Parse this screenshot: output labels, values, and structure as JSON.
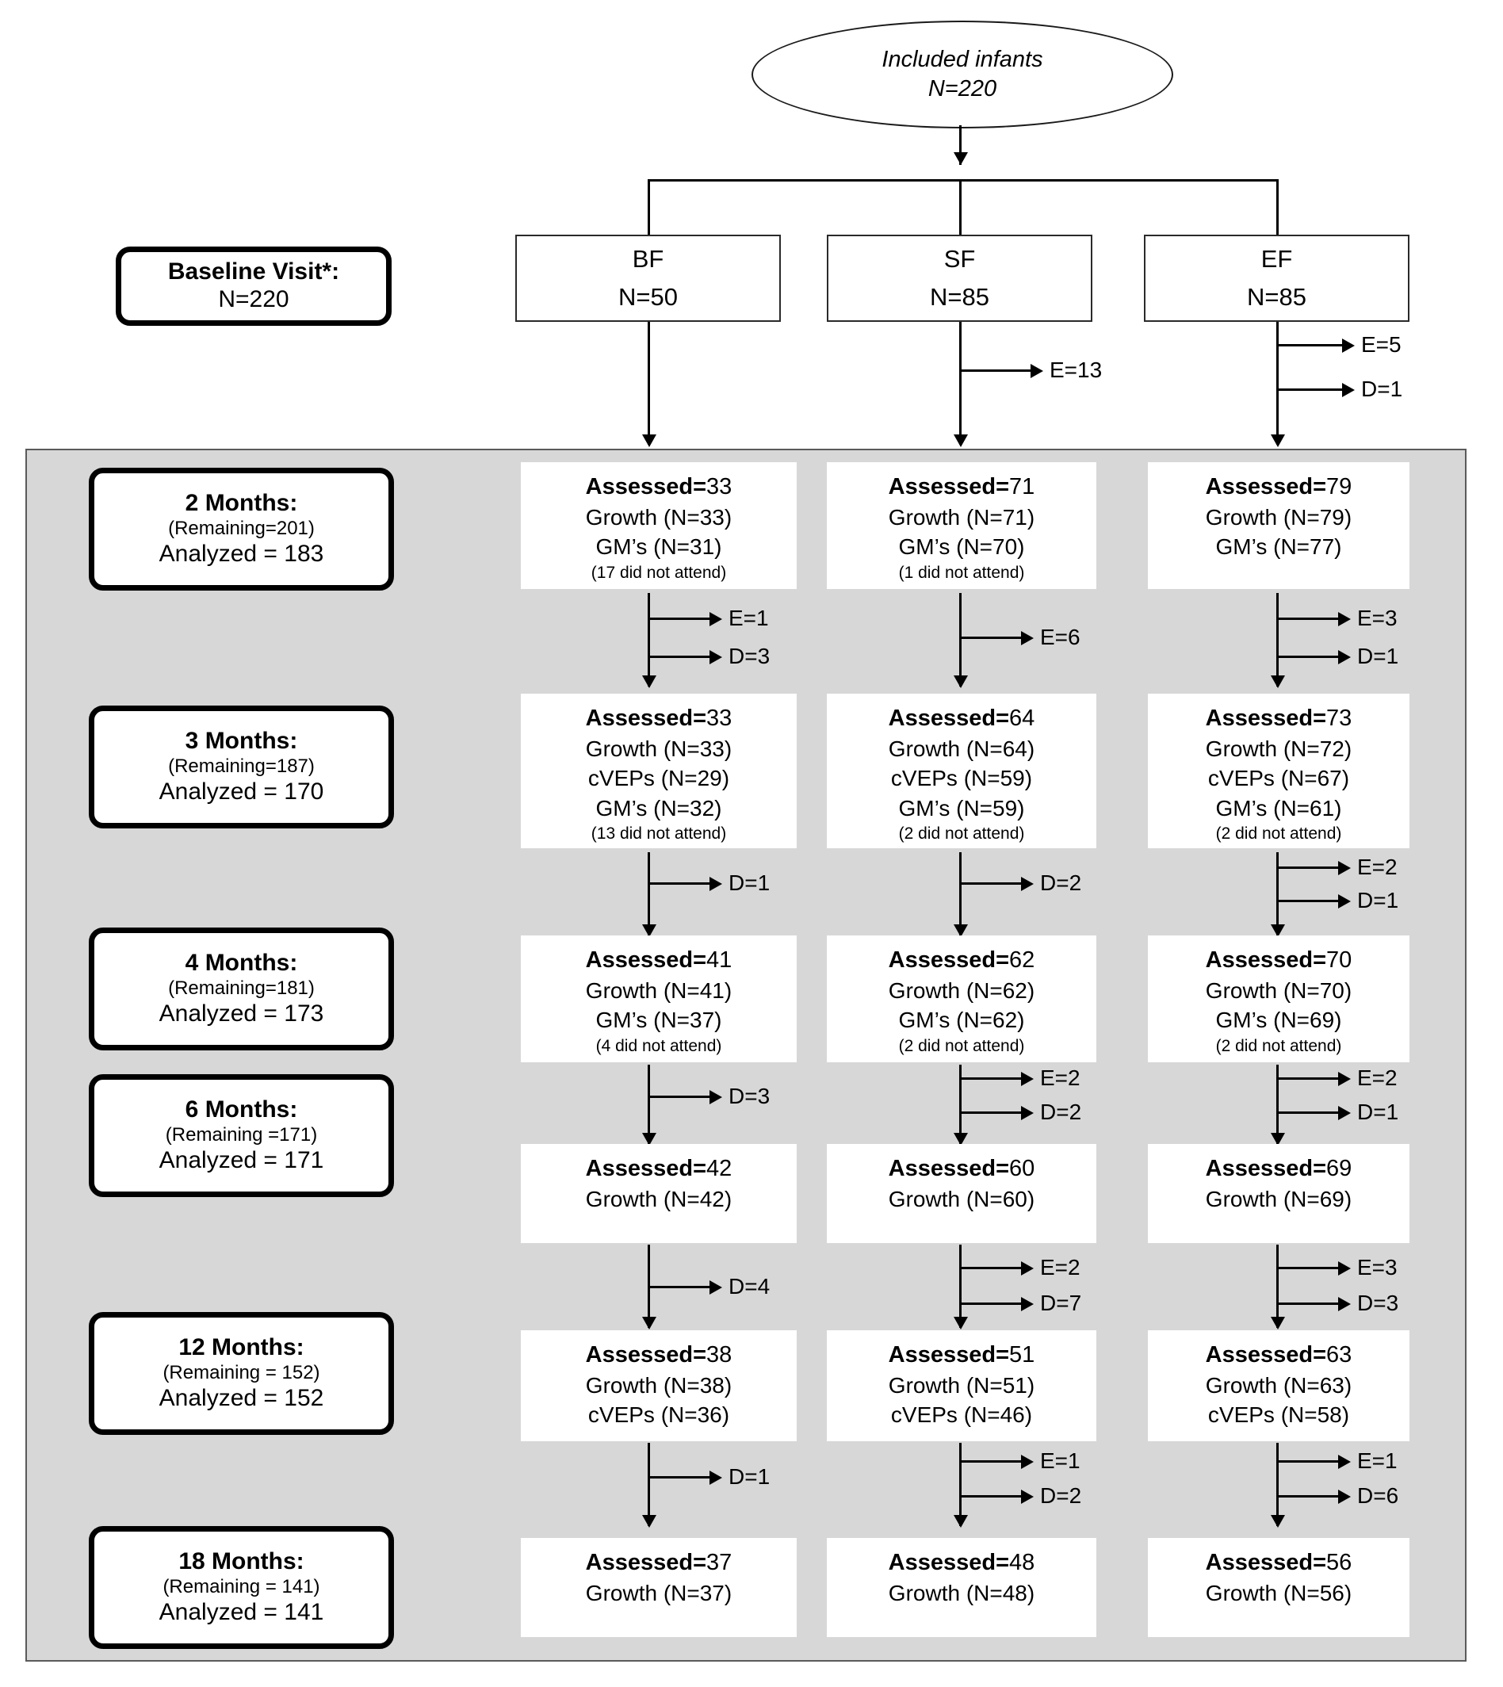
{
  "colors": {
    "panel_background": "#d7d7d7",
    "card_background": "#ffffff",
    "line": "#000000",
    "page_background": "#ffffff"
  },
  "root": {
    "label": "Included infants",
    "n": "N=220"
  },
  "baseline": {
    "title": "Baseline Visit*:",
    "n": "N=220"
  },
  "groups": [
    {
      "name": "BF",
      "n": "N=50"
    },
    {
      "name": "SF",
      "n": "N=85"
    },
    {
      "name": "EF",
      "n": "N=85"
    }
  ],
  "baseline_dropouts": [
    {
      "group": "BF",
      "labels": []
    },
    {
      "group": "SF",
      "labels": [
        "E=13"
      ]
    },
    {
      "group": "EF",
      "labels": [
        "E=5",
        "D=1"
      ]
    }
  ],
  "stages": [
    {
      "title": "2 Months:",
      "remaining": "(Remaining=201)",
      "analyzed": "Analyzed = 183",
      "columns": [
        {
          "group": "BF",
          "assessed_label": "Assessed=",
          "assessed_value": "33",
          "lines": [
            "Growth (N=33)",
            "GM’s (N=31)"
          ],
          "note": "(17 did not attend)"
        },
        {
          "group": "SF",
          "assessed_label": "Assessed=",
          "assessed_value": "71",
          "lines": [
            "Growth (N=71)",
            "GM’s (N=70)"
          ],
          "note": "(1 did not attend)"
        },
        {
          "group": "EF",
          "assessed_label": "Assessed=",
          "assessed_value": "79",
          "lines": [
            "Growth (N=79)",
            "GM’s (N=77)"
          ],
          "note": ""
        }
      ],
      "dropouts": [
        {
          "group": "BF",
          "labels": [
            "E=1",
            "D=3"
          ]
        },
        {
          "group": "SF",
          "labels": [
            "E=6"
          ]
        },
        {
          "group": "EF",
          "labels": [
            "E=3",
            "D=1"
          ]
        }
      ]
    },
    {
      "title": "3 Months:",
      "remaining": "(Remaining=187)",
      "analyzed": "Analyzed = 170",
      "columns": [
        {
          "group": "BF",
          "assessed_label": "Assessed=",
          "assessed_value": "33",
          "lines": [
            "Growth (N=33)",
            "cVEPs (N=29)",
            "GM’s (N=32)"
          ],
          "note": "(13 did not attend)"
        },
        {
          "group": "SF",
          "assessed_label": "Assessed=",
          "assessed_value": "64",
          "lines": [
            "Growth (N=64)",
            "cVEPs (N=59)",
            "GM’s (N=59)"
          ],
          "note": "(2 did not attend)"
        },
        {
          "group": "EF",
          "assessed_label": "Assessed=",
          "assessed_value": "73",
          "lines": [
            "Growth (N=72)",
            "cVEPs (N=67)",
            "GM’s (N=61)"
          ],
          "note": "(2 did not attend)"
        }
      ],
      "dropouts": [
        {
          "group": "BF",
          "labels": [
            "D=1"
          ]
        },
        {
          "group": "SF",
          "labels": [
            "D=2"
          ]
        },
        {
          "group": "EF",
          "labels": [
            "E=2",
            "D=1"
          ]
        }
      ]
    },
    {
      "title": "4 Months:",
      "remaining": "(Remaining=181)",
      "analyzed": "Analyzed = 173",
      "columns": [
        {
          "group": "BF",
          "assessed_label": "Assessed=",
          "assessed_value": "41",
          "lines": [
            "Growth (N=41)",
            "GM’s (N=37)"
          ],
          "note": "(4 did not attend)"
        },
        {
          "group": "SF",
          "assessed_label": "Assessed=",
          "assessed_value": "62",
          "lines": [
            "Growth (N=62)",
            "GM’s (N=62)"
          ],
          "note": "(2 did not attend)"
        },
        {
          "group": "EF",
          "assessed_label": "Assessed=",
          "assessed_value": "70",
          "lines": [
            "Growth (N=70)",
            "GM’s (N=69)"
          ],
          "note": "(2 did not attend)"
        }
      ],
      "dropouts": [
        {
          "group": "BF",
          "labels": [
            "D=3"
          ]
        },
        {
          "group": "SF",
          "labels": [
            "E=2",
            "D=2"
          ]
        },
        {
          "group": "EF",
          "labels": [
            "E=2",
            "D=1"
          ]
        }
      ]
    },
    {
      "title": "6 Months:",
      "remaining": "(Remaining =171)",
      "analyzed": "Analyzed = 171",
      "columns": [
        {
          "group": "BF",
          "assessed_label": "Assessed=",
          "assessed_value": "42",
          "lines": [
            "Growth (N=42)"
          ],
          "note": ""
        },
        {
          "group": "SF",
          "assessed_label": "Assessed=",
          "assessed_value": "60",
          "lines": [
            "Growth (N=60)"
          ],
          "note": ""
        },
        {
          "group": "EF",
          "assessed_label": "Assessed=",
          "assessed_value": "69",
          "lines": [
            "Growth (N=69)"
          ],
          "note": ""
        }
      ],
      "dropouts": [
        {
          "group": "BF",
          "labels": [
            "D=4"
          ]
        },
        {
          "group": "SF",
          "labels": [
            "E=2",
            "D=7"
          ]
        },
        {
          "group": "EF",
          "labels": [
            "E=3",
            "D=3"
          ]
        }
      ]
    },
    {
      "title": "12 Months:",
      "remaining": "(Remaining = 152)",
      "analyzed": "Analyzed = 152",
      "columns": [
        {
          "group": "BF",
          "assessed_label": "Assessed=",
          "assessed_value": "38",
          "lines": [
            "Growth (N=38)",
            "cVEPs (N=36)"
          ],
          "note": ""
        },
        {
          "group": "SF",
          "assessed_label": "Assessed=",
          "assessed_value": "51",
          "lines": [
            "Growth (N=51)",
            "cVEPs (N=46)"
          ],
          "note": ""
        },
        {
          "group": "EF",
          "assessed_label": "Assessed=",
          "assessed_value": "63",
          "lines": [
            "Growth (N=63)",
            "cVEPs (N=58)"
          ],
          "note": ""
        }
      ],
      "dropouts": [
        {
          "group": "BF",
          "labels": [
            "D=1"
          ]
        },
        {
          "group": "SF",
          "labels": [
            "E=1",
            "D=2"
          ]
        },
        {
          "group": "EF",
          "labels": [
            "E=1",
            "D=6"
          ]
        }
      ]
    },
    {
      "title": "18 Months:",
      "remaining": "(Remaining = 141)",
      "analyzed": "Analyzed = 141",
      "columns": [
        {
          "group": "BF",
          "assessed_label": "Assessed=",
          "assessed_value": "37",
          "lines": [
            "Growth (N=37)"
          ],
          "note": ""
        },
        {
          "group": "SF",
          "assessed_label": "Assessed=",
          "assessed_value": "48",
          "lines": [
            "Growth (N=48)"
          ],
          "note": ""
        },
        {
          "group": "EF",
          "assessed_label": "Assessed=",
          "assessed_value": "56",
          "lines": [
            "Growth (N=56)"
          ],
          "note": ""
        }
      ],
      "dropouts": []
    }
  ]
}
